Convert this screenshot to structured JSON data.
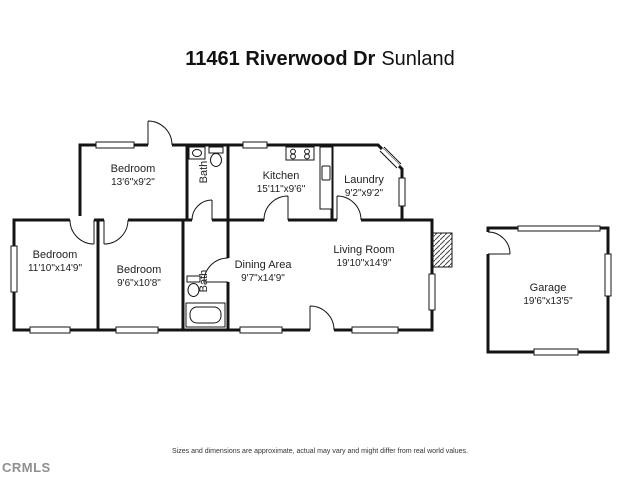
{
  "title": {
    "address": "11461 Riverwood Dr",
    "city": "Sunland"
  },
  "rooms": {
    "bedroom_top": {
      "name": "Bedroom",
      "dims": "13'6\"x9'2\""
    },
    "bath_top": {
      "name": "Bath"
    },
    "kitchen": {
      "name": "Kitchen",
      "dims": "15'11\"x9'6\""
    },
    "laundry": {
      "name": "Laundry",
      "dims": "9'2\"x9'2\""
    },
    "bedroom_left": {
      "name": "Bedroom",
      "dims": "11'10\"x14'9\""
    },
    "bedroom_mid": {
      "name": "Bedroom",
      "dims": "9'6\"x10'8\""
    },
    "bath_bottom": {
      "name": "Bath"
    },
    "dining": {
      "name": "Dining Area",
      "dims": "9'7\"x14'9\""
    },
    "living": {
      "name": "Living Room",
      "dims": "19'10\"x14'9\""
    },
    "garage": {
      "name": "Garage",
      "dims": "19'6\"x13'5\""
    }
  },
  "footer": {
    "disclaimer": "Sizes and dimensions are approximate, actual may vary and might differ from real world values.",
    "watermark": "CRMLS"
  },
  "colors": {
    "wall": "#141414",
    "label": "#222222",
    "watermark": "#8f8f8f"
  }
}
